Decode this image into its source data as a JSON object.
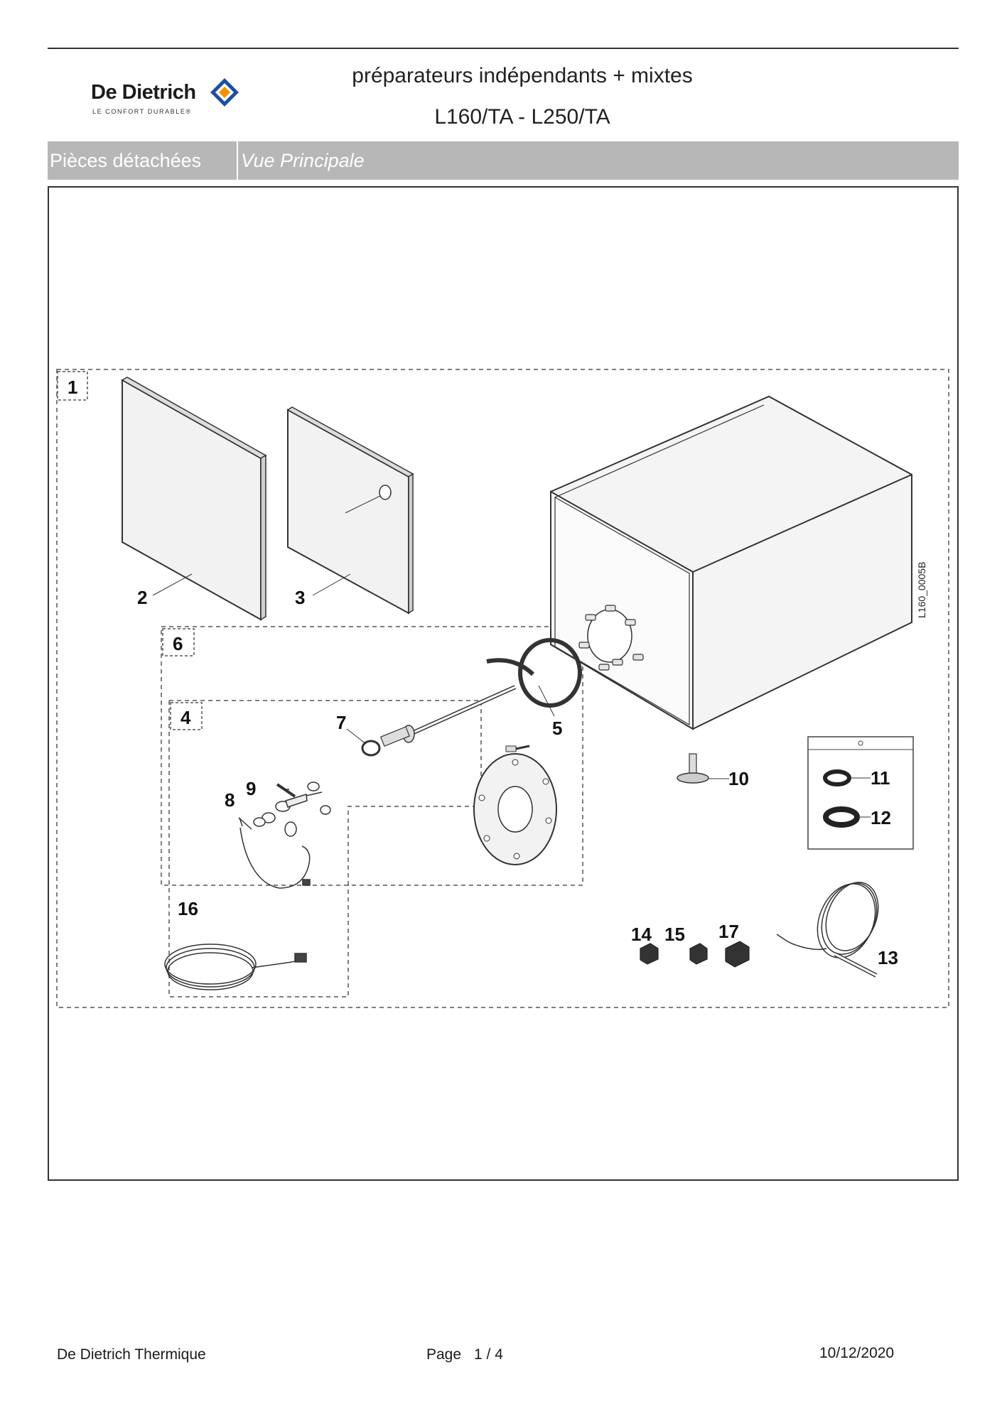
{
  "header": {
    "brand_name": "De Dietrich",
    "brand_tagline": "LE CONFORT DURABLE®",
    "title_line1": "préparateurs indépendants + mixtes",
    "title_line2": "L160/TA - L250/TA"
  },
  "section_band": {
    "category": "Pièces détachées",
    "view": "Vue Principale"
  },
  "diagram": {
    "drawing_ref": "L160_0005B",
    "callouts": {
      "c1": "1",
      "c2": "2",
      "c3": "3",
      "c4": "4",
      "c5": "5",
      "c6": "6",
      "c7": "7",
      "c8": "8",
      "c9": "9",
      "c10": "10",
      "c11": "11",
      "c12": "12",
      "c13": "13",
      "c14": "14",
      "c15": "15",
      "c16": "16",
      "c17": "17"
    }
  },
  "footer": {
    "company": "De Dietrich Thermique",
    "page_label": "Page",
    "page_number": "1 / 4",
    "date": "10/12/2020"
  },
  "colors": {
    "band_bg": "#b7b7b7",
    "brand_orange": "#f39200",
    "brand_blue": "#1d4f9c"
  }
}
